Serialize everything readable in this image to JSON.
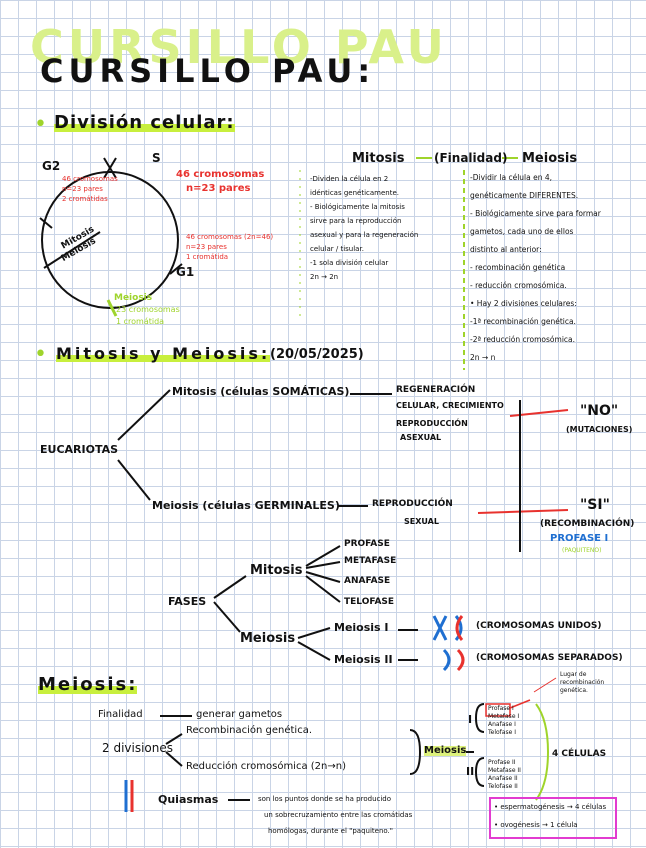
{
  "title": {
    "ghost": "CURSILLO PAU",
    "main": "CURSILLO PAU:"
  },
  "s1": {
    "heading": "División celular:"
  },
  "cycle": {
    "g2": "G2",
    "s": "S",
    "g1": "G1",
    "inner1": "Mitosis",
    "inner2": "Meiosis",
    "topleft": [
      "46 cromosomas",
      "n=23 pares",
      "2 cromátidas"
    ],
    "big": [
      "46 cromosomas",
      "n=23 pares"
    ],
    "right": [
      "46 cromosomas (2n=46)",
      "n=23 pares",
      "1 cromátida"
    ],
    "bottom": [
      "Meiosis",
      "23 cromosomas",
      "1 cromátida"
    ]
  },
  "cmp": {
    "mit": "Mitosis",
    "fin": "(Finalidad)",
    "mei": "Meiosis",
    "left": [
      "-Dividen la célula en 2",
      "idénticas genéticamente.",
      "- Biológicamente la mitosis",
      "sirve para la reproducción",
      "asexual y para la regeneración",
      "celular / tisular.",
      "-1 sola división celular",
      "2n → 2n"
    ],
    "right": [
      "-Dividir la célula en 4,",
      "genéticamente DIFERENTES.",
      "- Biológicamente sirve para formar",
      "gametos, cada uno de ellos",
      "distinto al anterior:",
      "- recombinación genética",
      "- reducción cromosómica.",
      "• Hay 2 divisiones celulares:",
      "-1ª recombinación genética.",
      "-2ª reducción cromosómica.",
      "2n → n"
    ]
  },
  "s2": {
    "heading": "Mitosis y Meiosis:",
    "date": "(20/05/2025)"
  },
  "tree": {
    "euk": "EUCARIOTAS",
    "mit": "Mitosis (células SOMÁTICAS)",
    "mei": "Meiosis (células GERMINALES)",
    "reg": [
      "REGENERACIÓN",
      "CELULAR, CRECIMIENTO",
      "REPRODUCCIÓN",
      "ASEXUAL"
    ],
    "rep": [
      "REPRODUCCIÓN",
      "SEXUAL"
    ],
    "no": "\"NO\"",
    "mut": "(MUTACIONES)",
    "si": "\"SI\"",
    "rec": "(RECOMBINACIÓN)",
    "prof": "PROFASE I",
    "paq": "(PAQUITENO)"
  },
  "fases": {
    "label": "FASES",
    "mit": "Mitosis",
    "mei": "Meiosis",
    "subs": [
      "PROFASE",
      "METAFASE",
      "ANAFASE",
      "TELOFASE"
    ],
    "m1": "Meiosis I",
    "m2": "Meiosis II",
    "m1r": "(CROMOSOMAS UNIDOS)",
    "m2r": "(CROMOSOMAS SEPARADOS)"
  },
  "s3": {
    "heading": "Meiosis:"
  },
  "mz": {
    "fin": "Finalidad",
    "gam": "generar gametos",
    "div": "2 divisiones",
    "rec": "Recombinación genética.",
    "red": "Reducción cromosómica (2n→n)",
    "mei": "Meiosis",
    "i": "I",
    "ii": "II",
    "ph1": [
      "Profase I",
      "Metafase I",
      "Anafase I",
      "Telofase I"
    ],
    "ph2": [
      "Profase II",
      "Metafase II",
      "Anafase II",
      "Telofase II"
    ],
    "lugar": [
      "Lugar de",
      "recombinación",
      "genética."
    ],
    "cel": "4 CÉLULAS",
    "sp": "• espermatogénesis → 4 células",
    "ov": "• ovogénesis → 1 célula",
    "qui": "Quiasmas",
    "qdef": [
      "son los puntos donde se ha producido",
      "un sobrecruzamiento entre las cromátidas",
      "homólogas, durante el \"paquiteno.\""
    ]
  },
  "colors": {
    "green": "#9fd42b",
    "red": "#e8322e",
    "blue": "#1f6fd1",
    "pink": "#e23bd0"
  }
}
